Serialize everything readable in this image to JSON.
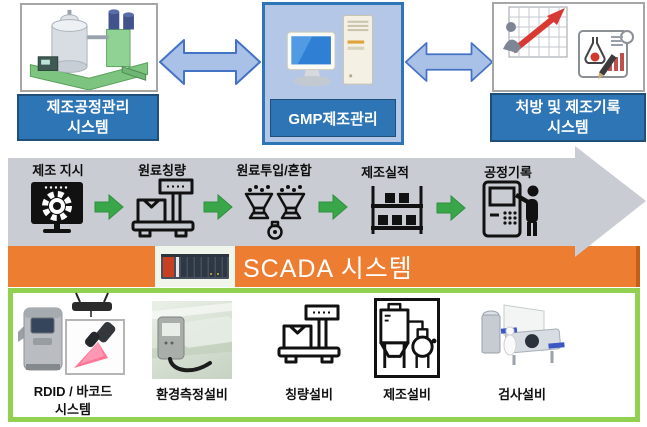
{
  "top": {
    "left_system": {
      "image": "manufacturing-equipment-3d",
      "label_line1": "제조공정관리",
      "label_line2": "시스템"
    },
    "center_system": {
      "image": "computer-workstation",
      "label": "GMP제조관리"
    },
    "right_system": {
      "image": "chart-and-report-documents",
      "label_line1": "처방 및 제조기록",
      "label_line2": "시스템"
    }
  },
  "process_flow": {
    "steps": [
      {
        "label": "제조 지시",
        "icon": "monitor-gear-icon"
      },
      {
        "label": "원료칭량",
        "icon": "weighing-scale-icon"
      },
      {
        "label": "원료투입/혼합",
        "icon": "mixing-funnels-icon"
      },
      {
        "label": "제조실적",
        "icon": "storage-rack-icon"
      },
      {
        "label": "공정기록",
        "icon": "kiosk-operator-icon"
      }
    ]
  },
  "scada": {
    "label": "SCADA 시스템",
    "icon": "plc-controller-image"
  },
  "equipment": {
    "items": [
      {
        "label_line1": "RDID / 바코드",
        "label_line2": "시스템",
        "icon": "rfid-barcode-scanner-image"
      },
      {
        "label_line1": "환경측정설비",
        "icon": "environment-measurement-image"
      },
      {
        "label_line1": "칭량설비",
        "icon": "weighing-scale-icon"
      },
      {
        "label_line1": "제조설비",
        "icon": "manufacturing-tank-icon"
      },
      {
        "label_line1": "검사설비",
        "icon": "inspection-equipment-image"
      }
    ]
  },
  "colors": {
    "system_label_bg": "#2e75b6",
    "system_label_border": "#1f4e79",
    "link_arrow_fill": "#a9c1e6",
    "link_arrow_border": "#4472c4",
    "process_band": "#c9cdd3",
    "step_arrow_green": "#3aa64a",
    "scada_band_orange": "#ed7d31",
    "equipment_border_green": "#92d050"
  }
}
